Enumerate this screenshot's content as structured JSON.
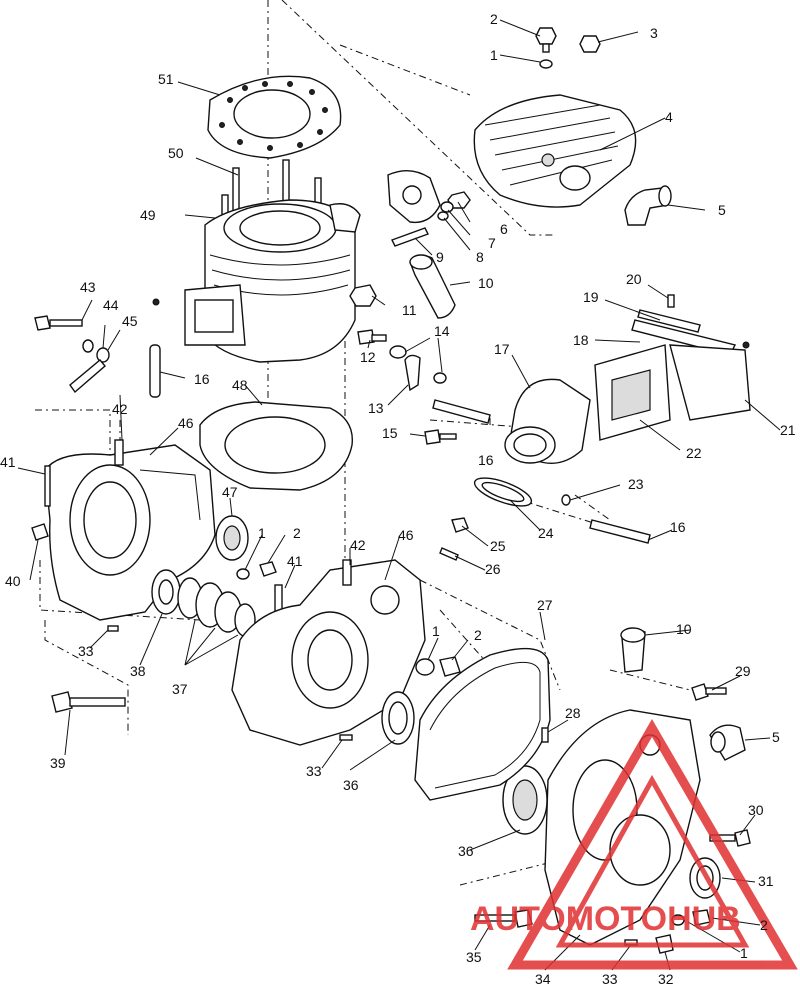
{
  "callouts": {
    "c1a": "1",
    "c2a": "2",
    "c3": "3",
    "c4": "4",
    "c5a": "5",
    "c6": "6",
    "c7": "7",
    "c8": "8",
    "c9": "9",
    "c10a": "10",
    "c11": "11",
    "c12": "12",
    "c13": "13",
    "c14": "14",
    "c15": "15",
    "c16a": "16",
    "c16b": "16",
    "c16c": "16",
    "c17": "17",
    "c18": "18",
    "c19": "19",
    "c20": "20",
    "c21": "21",
    "c22": "22",
    "c23": "23",
    "c24": "24",
    "c25": "25",
    "c26": "26",
    "c27": "27",
    "c28": "28",
    "c29": "29",
    "c30": "30",
    "c31": "31",
    "c32": "32",
    "c33a": "33",
    "c33b": "33",
    "c33c": "33",
    "c34": "34",
    "c35": "35",
    "c36a": "36",
    "c36b": "36",
    "c37": "37",
    "c38": "38",
    "c39": "39",
    "c40": "40",
    "c41a": "41",
    "c41b": "41",
    "c42a": "42",
    "c42b": "42",
    "c43": "43",
    "c44": "44",
    "c45": "45",
    "c46a": "46",
    "c46b": "46",
    "c47": "47",
    "c48": "48",
    "c49": "49",
    "c50": "50",
    "c51": "51",
    "c1b": "1",
    "c2b": "2",
    "c1c": "1",
    "c2c": "2",
    "c1d": "1",
    "c2d": "2",
    "c10b": "10",
    "c5b": "5"
  },
  "watermark": {
    "text": "AUTOMOTOHUB",
    "color": "#e03030",
    "accent": "#f0a020"
  }
}
